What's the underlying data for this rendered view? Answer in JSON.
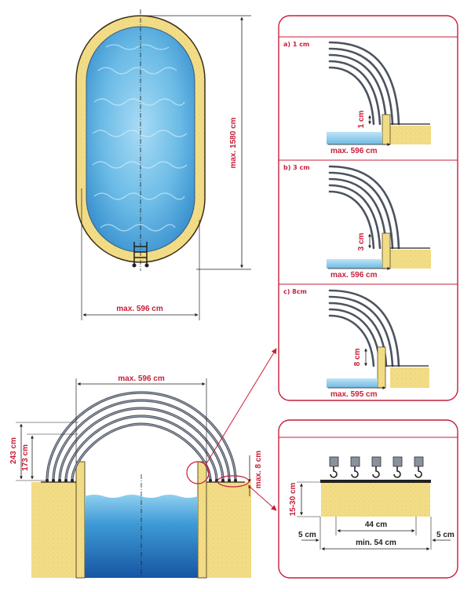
{
  "colors": {
    "accent_red": "#c61f3a",
    "sand": "#f2dc86",
    "water_light": "#7cc6ec",
    "water_dark": "#1c6cb6",
    "tube": "#6f7784",
    "dimension_line": "#222222"
  },
  "icons": [
    "pool-ladder-icon",
    "cover-clip-icon",
    "arrow-icon"
  ],
  "pool_plan": {
    "length_label": "max. 1580 cm",
    "width_label": "max. 596 cm"
  },
  "cross_section": {
    "span_label": "max. 596 cm",
    "height_outer_label": "243 cm",
    "height_inner_label": "173 cm",
    "rail_width_label": "max. 8 cm"
  },
  "panels": [
    {
      "tag": "a) 1 cm",
      "height_label": "1 cm",
      "width_label": "max. 596 cm"
    },
    {
      "tag": "b) 3 cm",
      "height_label": "3 cm",
      "width_label": "max. 596 cm"
    },
    {
      "tag": "c) 8cm",
      "height_label": "8 cm",
      "width_label": "max. 595 cm"
    }
  ],
  "rail_detail": {
    "height_label": "15-30 cm",
    "inner_label": "44 cm",
    "left_margin_label": "5 cm",
    "right_margin_label": "5 cm",
    "total_label": "min. 54 cm"
  }
}
